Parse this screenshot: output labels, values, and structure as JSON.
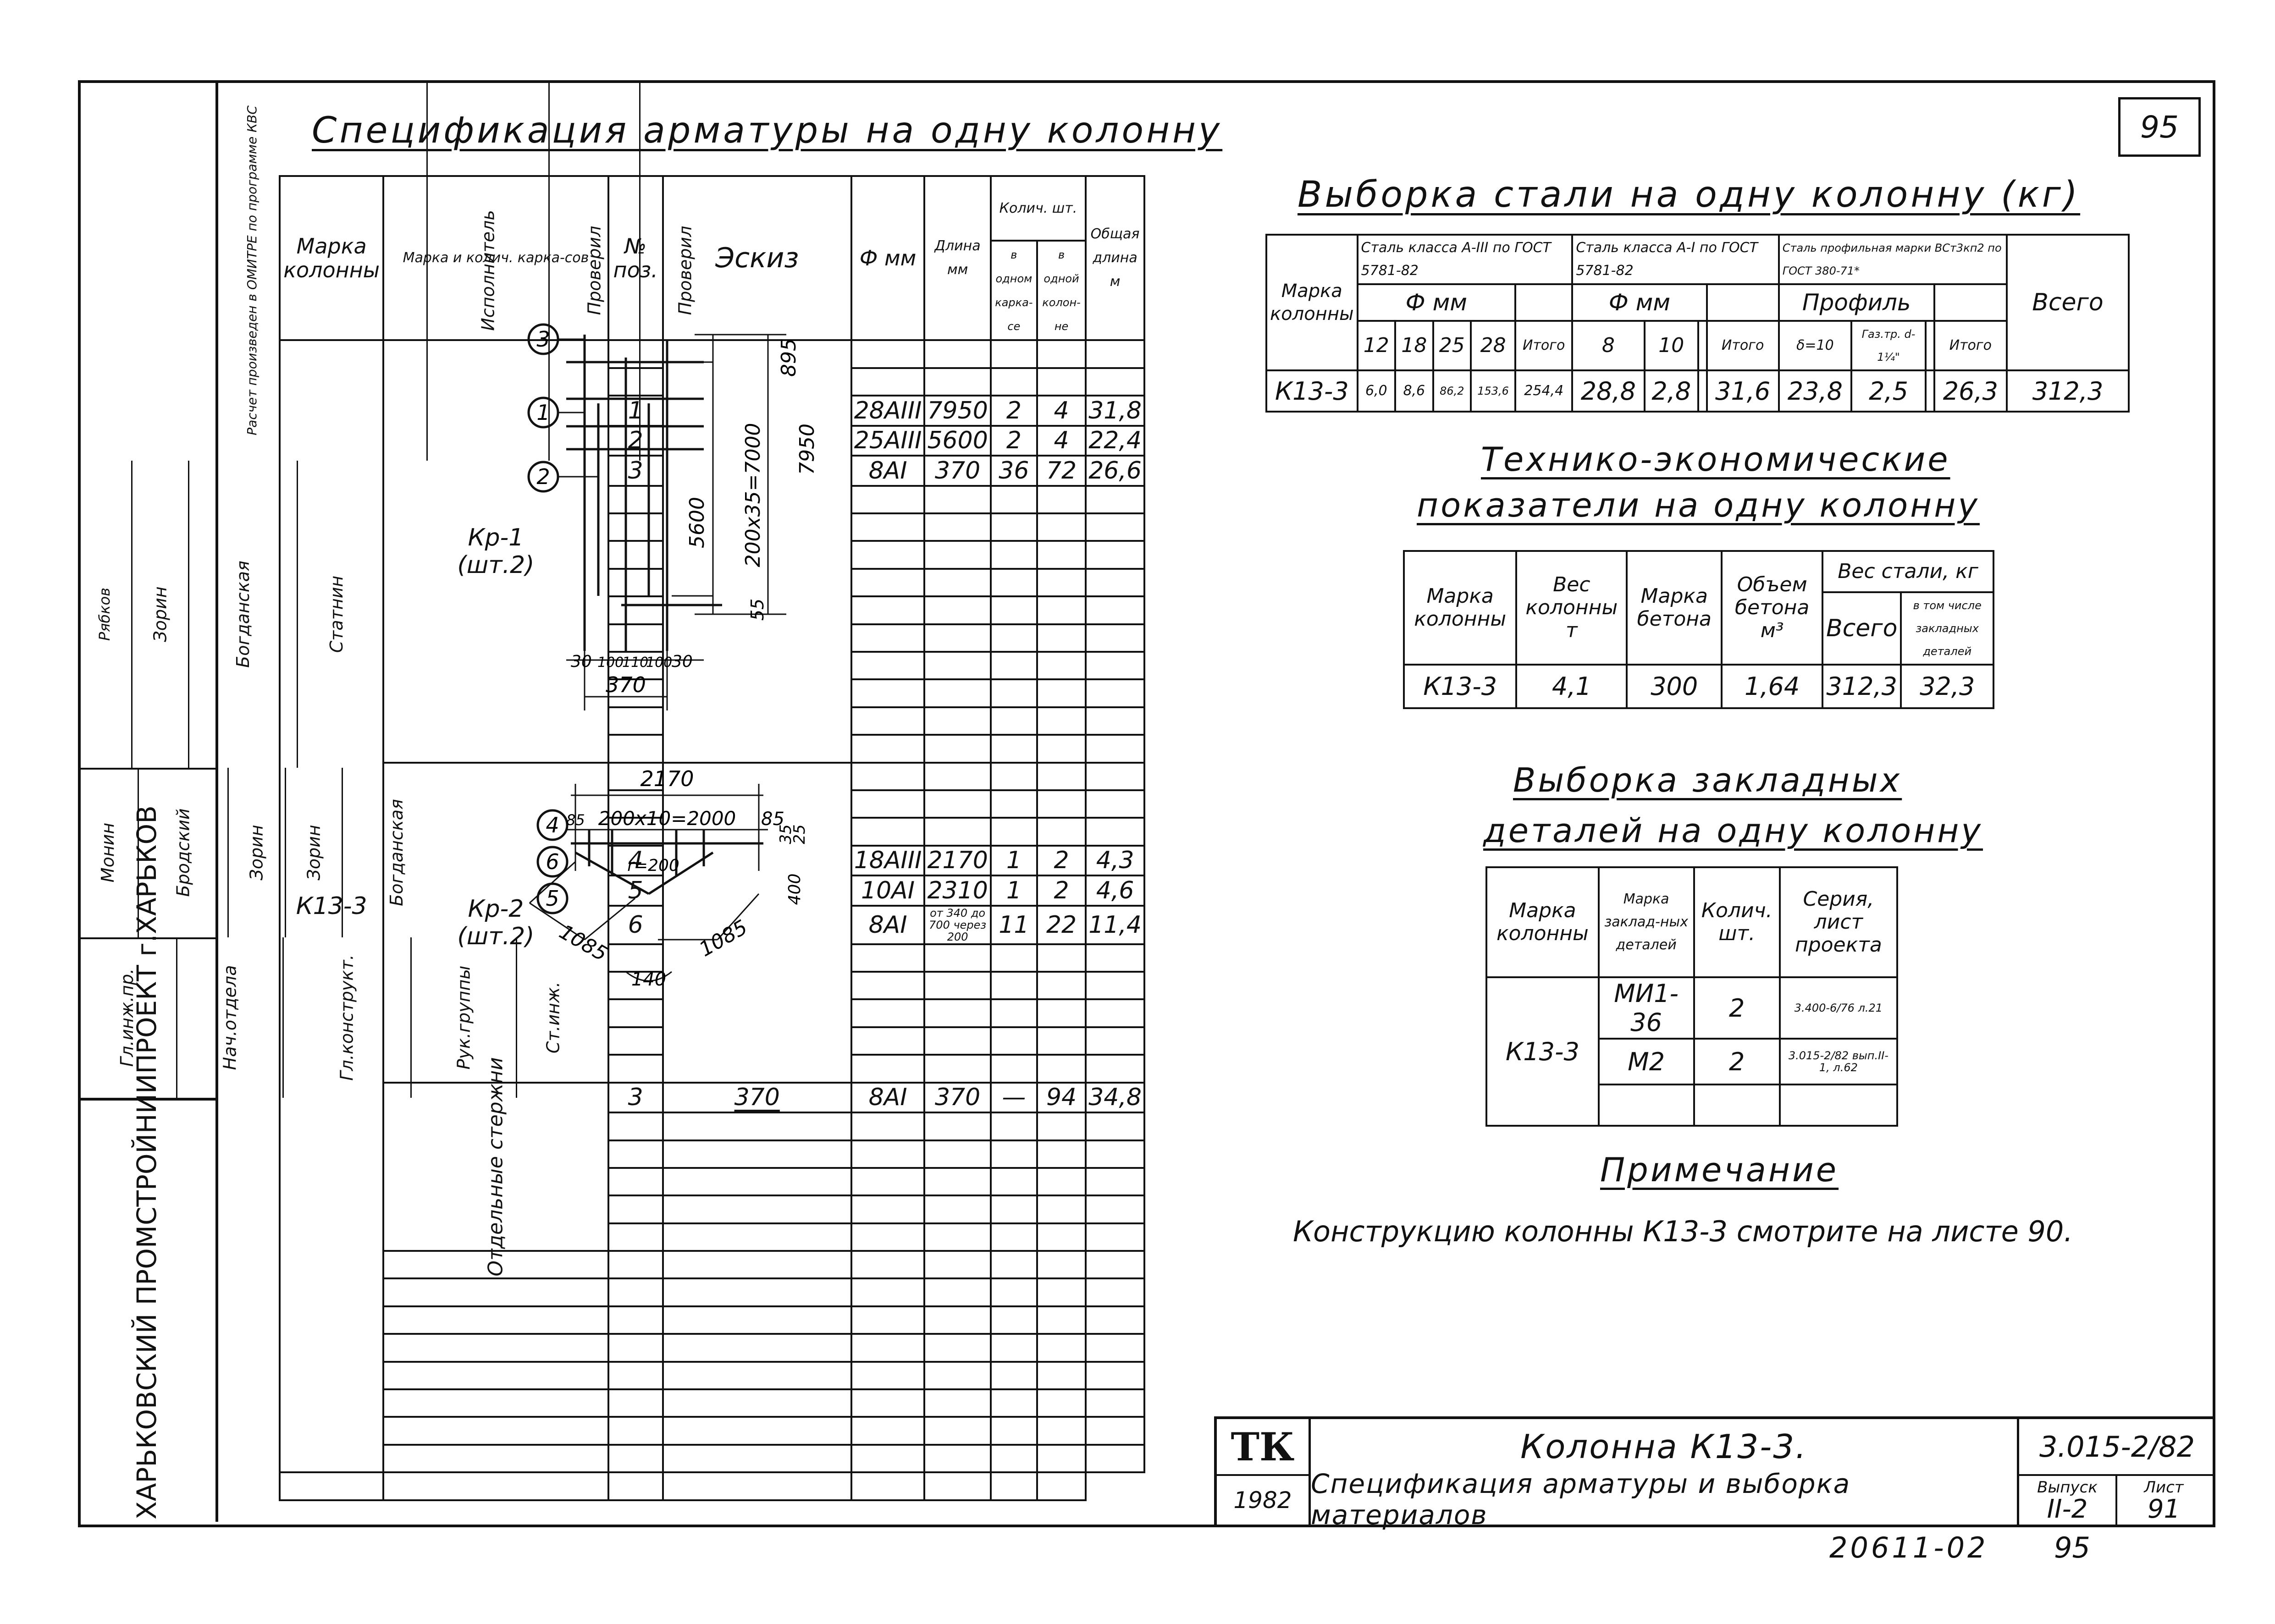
{
  "page_number": "95",
  "spec": {
    "title": "Спецификация арматуры на одну колонну",
    "headers": {
      "mark": "Марка колонны",
      "frames": "Марка и колич. карка-сов",
      "pos": "№ поз.",
      "sketch": "Эскиз",
      "dia": "Ф мм",
      "length": "Длина мм",
      "qty": "Колич. шт.",
      "qty_frame": "в одном карка-се",
      "qty_col": "в одной колон-не",
      "total": "Общая длина м"
    },
    "column_mark": "К13-3",
    "frame1": "Кр-1",
    "frame1_count": "(шт.2)",
    "frame2": "Кр-2",
    "frame2_count": "(шт.2)",
    "separate": "Отдельные стержни",
    "rows": [
      {
        "pos": "1",
        "dia": "28АIII",
        "len": "7950",
        "q1": "2",
        "q2": "4",
        "tot": "31,8"
      },
      {
        "pos": "2",
        "dia": "25АIII",
        "len": "5600",
        "q1": "2",
        "q2": "4",
        "tot": "22,4"
      },
      {
        "pos": "3",
        "dia": "8АI",
        "len": "370",
        "q1": "36",
        "q2": "72",
        "tot": "26,6"
      },
      {
        "pos": "4",
        "dia": "18АIII",
        "len": "2170",
        "q1": "1",
        "q2": "2",
        "tot": "4,3"
      },
      {
        "pos": "5",
        "dia": "10АI",
        "len": "2310",
        "q1": "1",
        "q2": "2",
        "tot": "4,6"
      },
      {
        "pos": "6",
        "dia": "8АI",
        "len": "от 340 до 700 через 200",
        "q1": "11",
        "q2": "22",
        "tot": "11,4"
      },
      {
        "pos": "3",
        "dia": "8АI",
        "len": "370",
        "q1": "—",
        "q2": "94",
        "tot": "34,8"
      }
    ],
    "sketch1": {
      "dims": [
        "895",
        "200x35=7000",
        "7950",
        "5600",
        "55",
        "30",
        "100",
        "110",
        "100",
        "30",
        "370"
      ],
      "markers": [
        "3",
        "1",
        "2"
      ]
    },
    "sketch2": {
      "dims": [
        "2170",
        "85",
        "200x10=2000",
        "85",
        "35",
        "25",
        "r=200",
        "400",
        "1085",
        "140",
        "1085"
      ],
      "markers": [
        "4",
        "6",
        "5"
      ]
    },
    "sketch3": {
      "dim": "370"
    }
  },
  "steel": {
    "title": "Выборка стали на одну колонну (кг)",
    "h_mark": "Марка колонны",
    "h_a3": "Сталь класса А-III по ГОСТ 5781-82",
    "h_a1": "Сталь класса А-I по ГОСТ 5781-82",
    "h_prof": "Сталь профильная марки ВСт3кп2 по ГОСТ 380-71*",
    "h_total": "Всего",
    "h_phi": "Ф мм",
    "h_profile": "Профиль",
    "sub": [
      "12",
      "18",
      "25",
      "28",
      "Итого",
      "8",
      "10",
      "",
      "Итого",
      "δ=10",
      "Газ.тр. d-1¼\"",
      "",
      "Итого"
    ],
    "row": [
      "К13-3",
      "6,0",
      "8,6",
      "86,2",
      "153,6",
      "254,4",
      "28,8",
      "2,8",
      "",
      "31,6",
      "23,8",
      "2,5",
      "",
      "26,3",
      "312,3"
    ]
  },
  "tech": {
    "title1": "Технико-экономические",
    "title2": "показатели на одну колонну",
    "h": [
      "Марка колонны",
      "Вес колонны т",
      "Марка бетона",
      "Объем бетона м³",
      "Вес стали, кг",
      "Всего",
      "в том числе закладных деталей"
    ],
    "row": [
      "К13-3",
      "4,1",
      "300",
      "1,64",
      "312,3",
      "32,3"
    ]
  },
  "embedded": {
    "title1": "Выборка закладных",
    "title2": "деталей на одну колонну",
    "h": [
      "Марка колонны",
      "Марка заклад-ных деталей",
      "Колич. шт.",
      "Серия, лист проекта"
    ],
    "mark": "К13-3",
    "rows": [
      {
        "item": "МИ1-36",
        "qty": "2",
        "ref": "3.400-6/76 л.21"
      },
      {
        "item": "М2",
        "qty": "2",
        "ref": "3.015-2/82 вып.II-1, л.62"
      }
    ]
  },
  "note": {
    "title": "Примечание",
    "text": "Конструкцию колонны К13-3 смотрите на листе 90."
  },
  "title_block": {
    "logo": "ТК",
    "year": "1982",
    "name": "Колонна К13-3.",
    "desc": "Спецификация арматуры и выборка материалов",
    "code": "3.015-2/82",
    "issue_label": "Выпуск",
    "issue": "II-2",
    "sheet_label": "Лист",
    "sheet": "91"
  },
  "footer": {
    "inv": "20611-02",
    "page": "95"
  },
  "strip": {
    "org": "ХАРЬКОВСКИЙ ПРОМСТРОЙНИИПРОЕКТ г.ХАРЬКОВ",
    "roles": [
      "Гл.инж.пр.",
      "Нач.отдела",
      "Гл.конструкт.",
      "Рук.группы",
      "Ст.инж."
    ],
    "names": [
      "Монин",
      "Бродский",
      "Зорин",
      "Зорин",
      "Богданская"
    ],
    "checks": [
      "Расчет произведен в ОМИТРЕ по программе КВС",
      "Исполнитель",
      "Проверил",
      "Проверил"
    ],
    "checknames": [
      "Рябков",
      "Зорин",
      "Богданская",
      "Статнин"
    ]
  }
}
